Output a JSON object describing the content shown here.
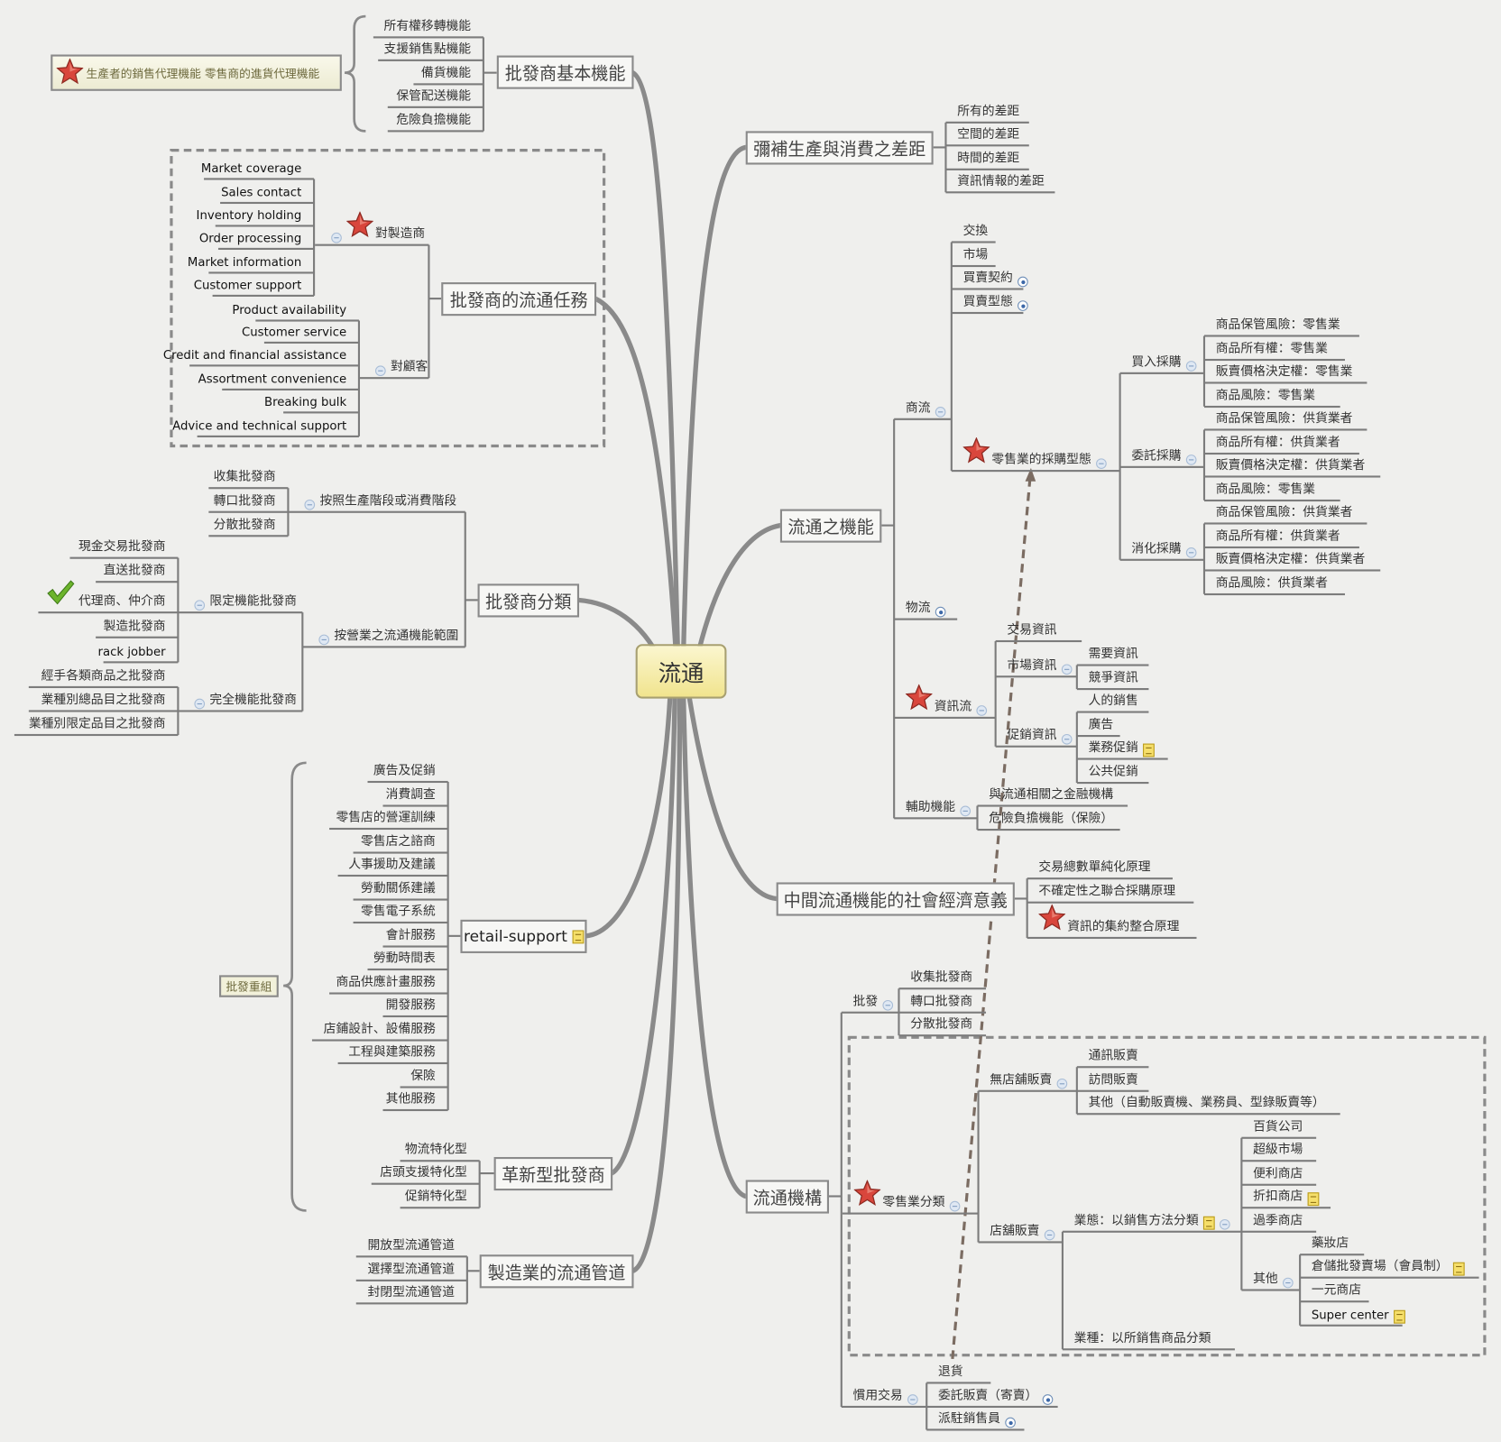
{
  "center": "流通",
  "colors": {
    "background": "#efefed",
    "line": "#888888",
    "center_fill": "#f1e48e",
    "star": "#d9433a",
    "note": "#f6df6a"
  },
  "basic_functions": {
    "title": "批發商基本機能",
    "callout": "生產者的銷售代理機能 零售商的進貨代理機能",
    "items": [
      "所有權移轉機能",
      "支援銷售點機能",
      "備貨機能",
      "保管配送機能",
      "危險負擔機能"
    ]
  },
  "wholesaler_tasks": {
    "title": "批發商的流通任務",
    "to_manufacturer": {
      "label": "對製造商",
      "items": [
        "Market coverage",
        "Sales contact",
        "Inventory holding",
        "Order processing",
        "Market information",
        "Customer support"
      ]
    },
    "to_customer": {
      "label": "對顧客",
      "items": [
        "Product availability",
        "Customer service",
        "Credit and financial assistance",
        "Assortment convenience",
        "Breaking bulk",
        "Advice and technical support"
      ]
    }
  },
  "wholesaler_types": {
    "title": "批發商分類",
    "by_stage": {
      "label": "按照生產階段或消費階段",
      "items": [
        "收集批發商",
        "轉口批發商",
        "分散批發商"
      ]
    },
    "by_function": {
      "label": "按營業之流通機能範圍",
      "limited": {
        "label": "限定機能批發商",
        "items": [
          "現金交易批發商",
          "直送批發商",
          "代理商、仲介商",
          "製造批發商",
          "rack jobber"
        ]
      },
      "full": {
        "label": "完全機能批發商",
        "items": [
          "經手各類商品之批發商",
          "業種別總品目之批發商",
          "業種別限定品目之批發商"
        ]
      }
    }
  },
  "retail_support": {
    "title": "retail-support",
    "group_label": "批發重組",
    "items": [
      "廣告及促銷",
      "消費調查",
      "零售店的營運訓練",
      "零售店之諮商",
      "人事援助及建議",
      "勞動關係建議",
      "零售電子系統",
      "會計服務",
      "勞動時間表",
      "商品供應計畫服務",
      "開發服務",
      "店鋪設計、設備服務",
      "工程與建築服務",
      "保險",
      "其他服務"
    ]
  },
  "innovative": {
    "title": "革新型批發商",
    "items": [
      "物流特化型",
      "店頭支援特化型",
      "促銷特化型"
    ]
  },
  "mfg_channels": {
    "title": "製造業的流通管道",
    "items": [
      "開放型流通管道",
      "選擇型流通管道",
      "封閉型流通管道"
    ]
  },
  "gap": {
    "title": "彌補生產與消費之差距",
    "items": [
      "所有的差距",
      "空間的差距",
      "時間的差距",
      "資訊情報的差距"
    ]
  },
  "functions": {
    "title": "流通之機能",
    "commercial": {
      "label": "商流",
      "items": [
        "交換",
        "市場",
        "買賣契約",
        "買賣型態"
      ],
      "procurement": {
        "label": "零售業的採購型態",
        "types": [
          {
            "label": "買入採購",
            "items": [
              "商品保管風險：零售業",
              "商品所有權：零售業",
              "販賣價格決定權：零售業",
              "商品風險：零售業"
            ]
          },
          {
            "label": "委託採購",
            "items": [
              "商品保管風險：供貨業者",
              "商品所有權：供貨業者",
              "販賣價格決定權：供貨業者",
              "商品風險：零售業"
            ]
          },
          {
            "label": "消化採購",
            "items": [
              "商品保管風險：供貨業者",
              "商品所有權：供貨業者",
              "販賣價格決定權：供貨業者",
              "商品風險：供貨業者"
            ]
          }
        ]
      }
    },
    "physical": {
      "label": "物流"
    },
    "info": {
      "label": "資訊流",
      "transaction": "交易資訊",
      "market": {
        "label": "市場資訊",
        "items": [
          "需要資訊",
          "競爭資訊"
        ]
      },
      "promotion": {
        "label": "促銷資訊",
        "items": [
          "人的銷售",
          "廣告",
          "業務促銷",
          "公共促銷"
        ]
      }
    },
    "aux": {
      "label": "輔助機能",
      "items": [
        "與流通相關之金融機構",
        "危險負擔機能（保險）"
      ]
    }
  },
  "significance": {
    "title": "中間流通機能的社會經濟意義",
    "items": [
      "交易總數單純化原理",
      "不確定性之聯合採購原理",
      "資訊的集約整合原理"
    ]
  },
  "institutions": {
    "title": "流通機構",
    "wholesale": {
      "label": "批發",
      "items": [
        "收集批發商",
        "轉口批發商",
        "分散批發商"
      ]
    },
    "retail": {
      "label": "零售業分類",
      "non_store": {
        "label": "無店舖販賣",
        "items": [
          "通訊販賣",
          "訪問販賣",
          "其他（自動販賣機、業務員、型錄販賣等）"
        ]
      },
      "store": {
        "label": "店舖販賣",
        "format": {
          "label": "業態：以銷售方法分類",
          "items": [
            "百貨公司",
            "超級市場",
            "便利商店",
            "折扣商店",
            "過季商店"
          ],
          "other": {
            "label": "其他",
            "items": [
              "藥妝店",
              "倉儲批發賣場（會員制）",
              "一元商店",
              "Super center"
            ]
          }
        },
        "category": "業種：以所銷售商品分類"
      }
    },
    "customary": {
      "label": "慣用交易",
      "items": [
        "退貨",
        "委託販賣（寄賣）",
        "派駐銷售員"
      ]
    }
  }
}
